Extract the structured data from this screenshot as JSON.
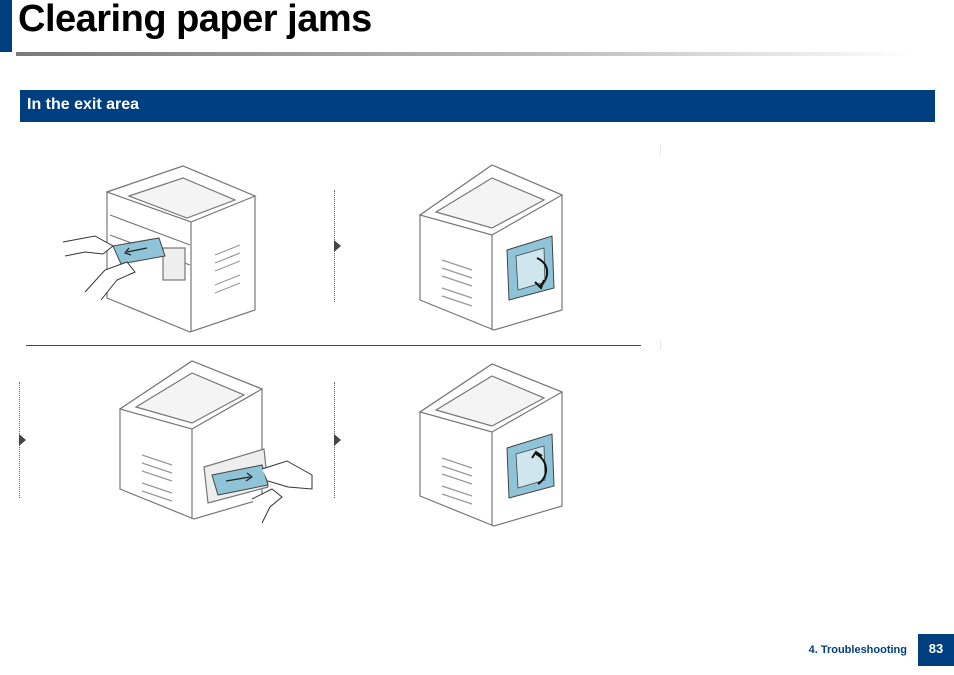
{
  "page": {
    "title": "Clearing paper jams",
    "section_title": "In the exit area",
    "footer_label": "4. Troubleshooting",
    "page_number": "83"
  },
  "colors": {
    "brand": "#003F7F",
    "paper": "#8FC3D8"
  },
  "illustrations": [
    {
      "name": "step-pull-paper-from-exit",
      "icon": "printer-icon"
    },
    {
      "name": "step-open-rear-cover",
      "icon": "printer-icon"
    },
    {
      "name": "step-remove-jammed-paper-rear",
      "icon": "printer-icon"
    },
    {
      "name": "step-close-rear-cover",
      "icon": "printer-icon"
    }
  ]
}
